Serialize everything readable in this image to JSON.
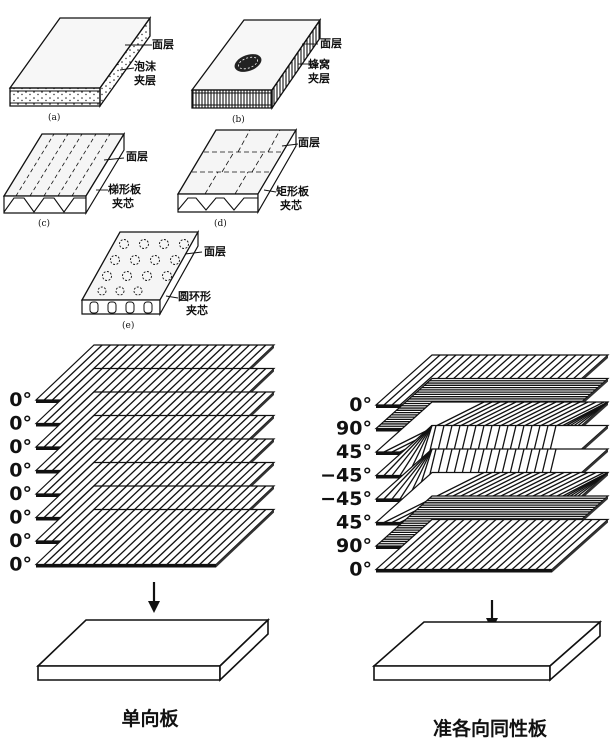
{
  "top_panels": [
    {
      "caption": "(a)",
      "labels": [
        "面层",
        "泡沫",
        "夹层"
      ]
    },
    {
      "caption": "(b)",
      "labels": [
        "面层",
        "蜂窝",
        "夹层"
      ]
    },
    {
      "caption": "(c)",
      "labels": [
        "面层",
        "梯形板",
        "夹芯"
      ]
    },
    {
      "caption": "(d)",
      "labels": [
        "面层",
        "矩形板",
        "夹芯"
      ]
    },
    {
      "caption": "(e)",
      "labels": [
        "面层",
        "圆环形",
        "夹芯"
      ]
    }
  ],
  "stacks": [
    {
      "caption": "单向板",
      "angles": [
        "0°",
        "0°",
        "0°",
        "0°",
        "0°",
        "0°",
        "0°",
        "0°"
      ]
    },
    {
      "caption": "准各向同性板",
      "angles": [
        "0°",
        "90°",
        "45°",
        "−45°",
        "−45°",
        "45°",
        "90°",
        "0°"
      ]
    }
  ]
}
